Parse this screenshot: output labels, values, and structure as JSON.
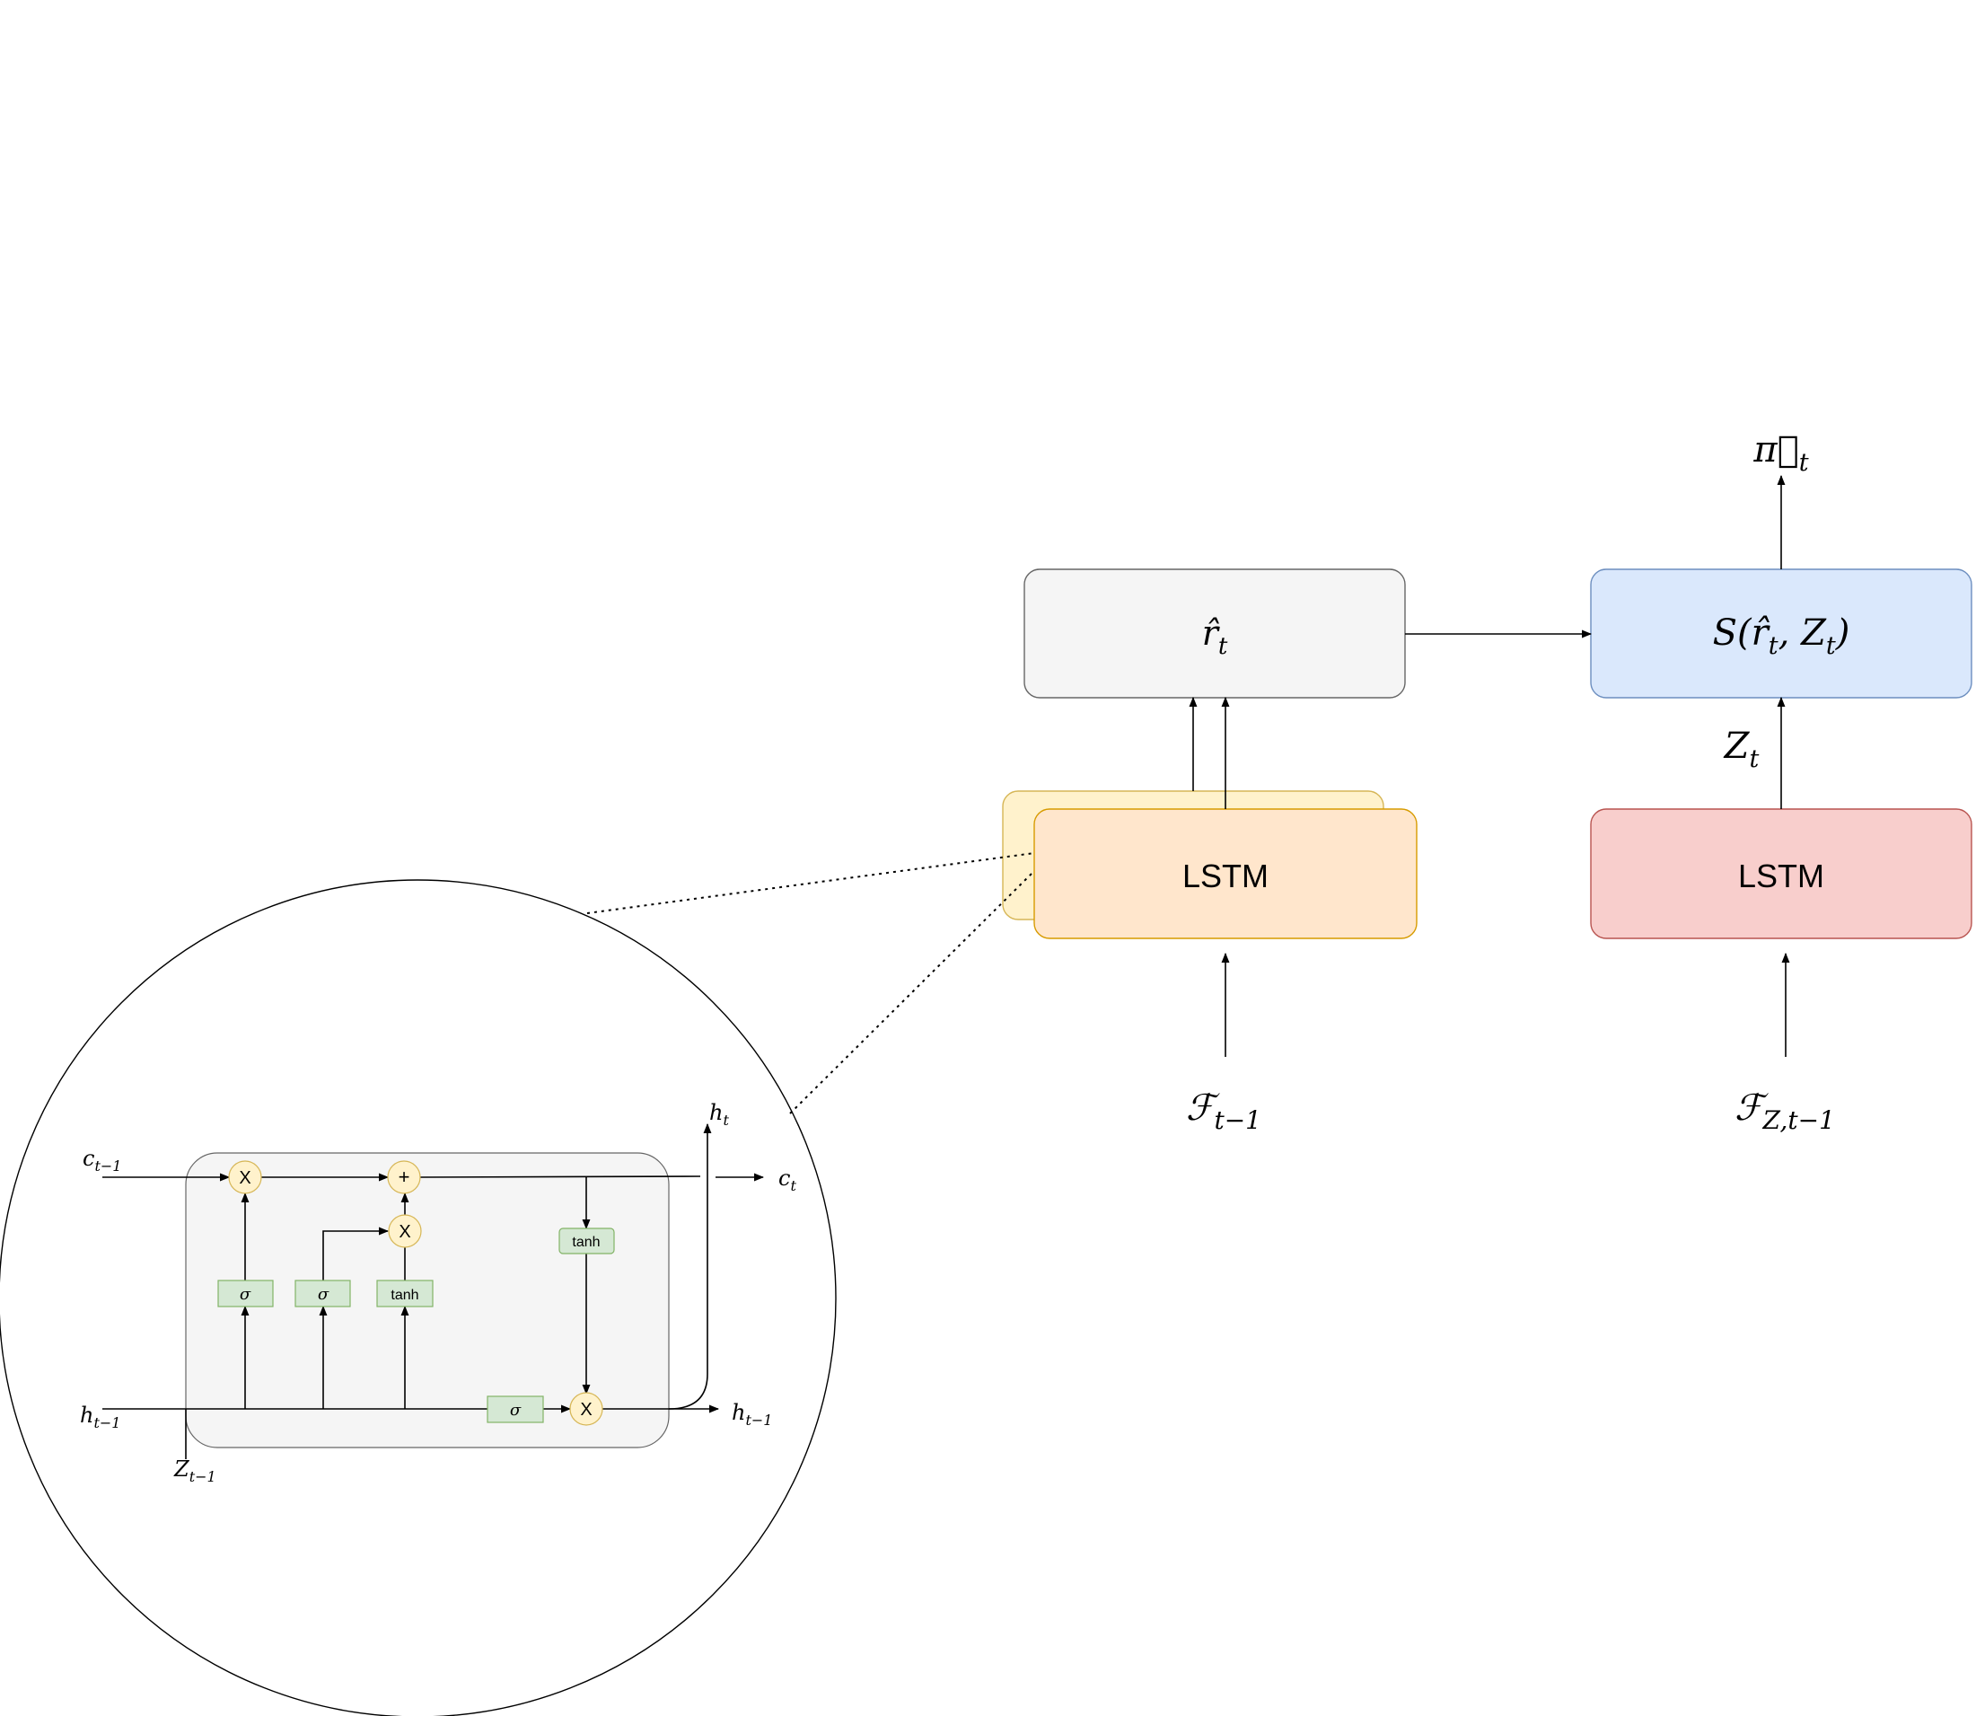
{
  "colors": {
    "box_gray_fill": "#f5f5f5",
    "box_gray_stroke": "#666666",
    "box_blue_fill": "#dae8fc",
    "box_blue_stroke": "#6c8ebf",
    "lstm_back_fill": "#fff2cc",
    "lstm_back_stroke": "#d6b656",
    "lstm_front_fill": "#ffe6cc",
    "lstm_front_stroke": "#d79b00",
    "lstm_red_fill": "#f8cecc",
    "lstm_red_stroke": "#b85450",
    "gate_fill": "#d5e8d4",
    "gate_stroke": "#82b366",
    "op_fill": "#fff2cc",
    "op_stroke": "#d6b656",
    "cell_fill": "#f5f5f5",
    "cell_stroke": "#666666"
  },
  "main": {
    "r_hat_box": {
      "label": "r̂",
      "sub": "t"
    },
    "s_box": {
      "label": "S(r̂",
      "sub1": "t",
      "mid": ", Z",
      "sub2": "t",
      "end": ")"
    },
    "pi_output": {
      "label": "π⃗",
      "sub": "t"
    },
    "z_label": {
      "label": "Z",
      "sub": "t"
    },
    "lstm_left_label": "LSTM",
    "lstm_right_label": "LSTM",
    "f_left": {
      "label": "ℱ",
      "sub": "t−1"
    },
    "f_right": {
      "label": "ℱ",
      "sub": "Z,t−1"
    }
  },
  "cell": {
    "c_prev": {
      "label": "c",
      "sub": "t−1"
    },
    "c_next": {
      "label": "c",
      "sub": "t"
    },
    "h_prev": {
      "label": "h",
      "sub": "t−1"
    },
    "h_out_right": {
      "label": "h",
      "sub": "t−1"
    },
    "h_top": {
      "label": "h",
      "sub": "t"
    },
    "z_prev": {
      "label": "Z",
      "sub": "t−1"
    },
    "ops": {
      "mult1": "X",
      "plus": "+",
      "mult2": "X",
      "mult3": "X"
    },
    "gates": {
      "sigma1": "σ",
      "sigma2": "σ",
      "tanh1": "tanh",
      "tanh2": "tanh",
      "sigma3": "σ"
    }
  }
}
